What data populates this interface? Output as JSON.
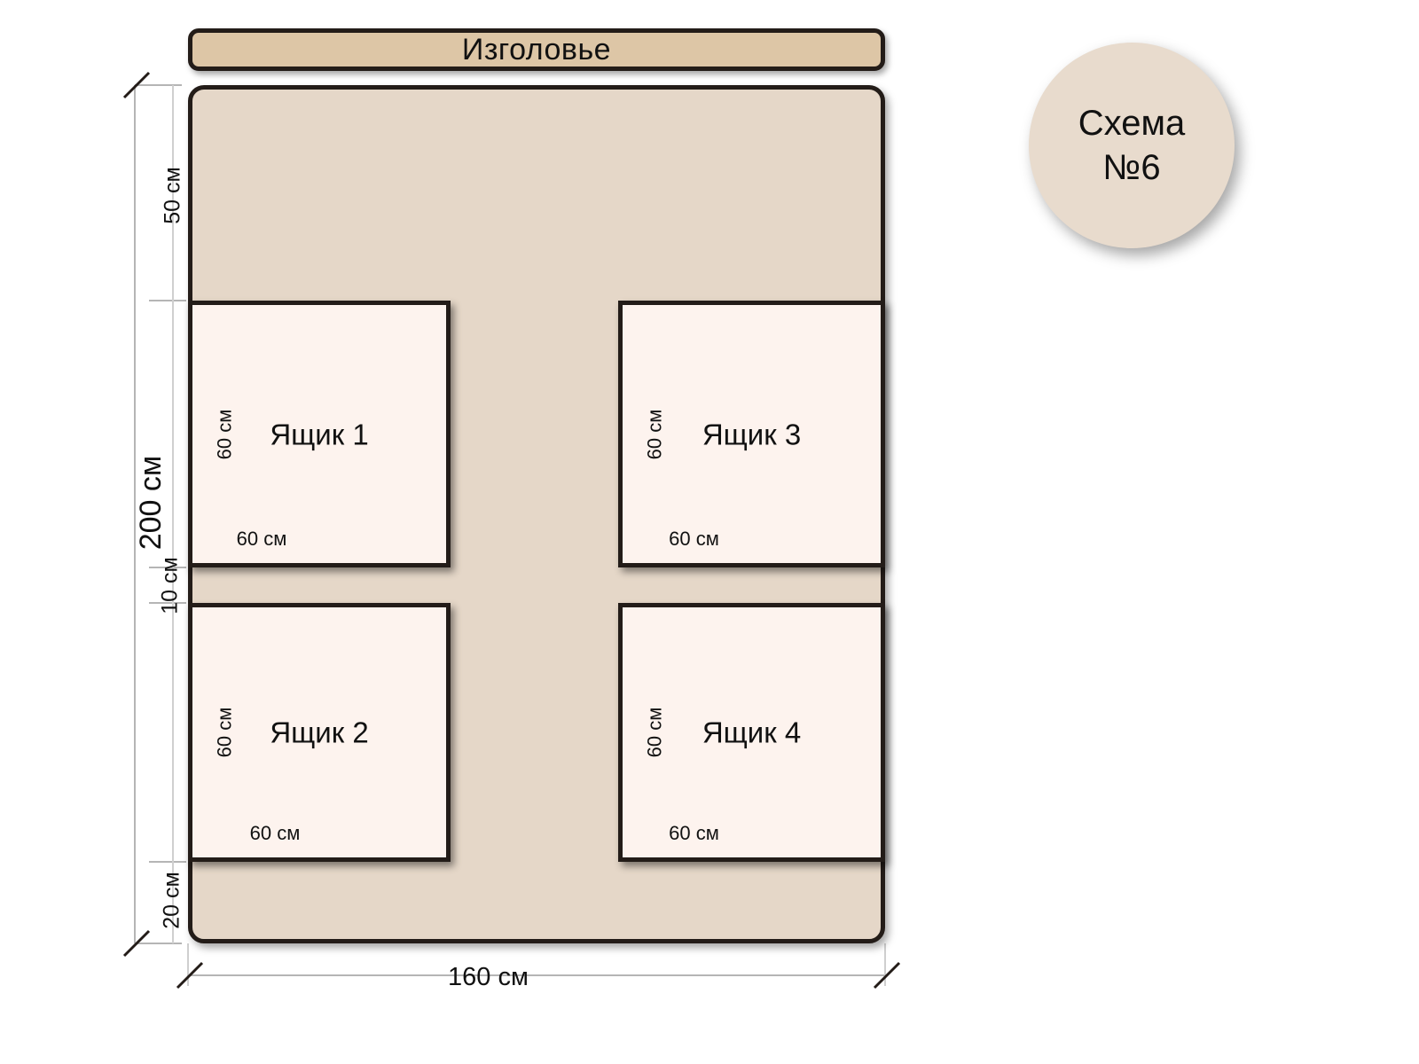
{
  "diagram": {
    "headboard": {
      "label": "Изголовье"
    },
    "badge": {
      "line1": "Схема",
      "line2": "№6"
    },
    "bed": {
      "total_width": "160 см",
      "total_height": "200 см",
      "top_offset": "50 см",
      "middle_gap": "10 см",
      "bottom_offset": "20 см"
    },
    "drawers": [
      {
        "title": "Ящик 1",
        "width": "60 см",
        "height": "60 см"
      },
      {
        "title": "Ящик 2",
        "width": "60 см",
        "height": "60 см"
      },
      {
        "title": "Ящик 3",
        "width": "60 см",
        "height": "60 см"
      },
      {
        "title": "Ящик 4",
        "width": "60 см",
        "height": "60 см"
      }
    ],
    "colors": {
      "mattress": "#e5d7c8",
      "headboard": "#ddc6a6",
      "drawer": "#fdf3ee",
      "badge": "#e8dbcd",
      "outline": "#231c18",
      "dimension_line": "#9b9b9b"
    }
  }
}
